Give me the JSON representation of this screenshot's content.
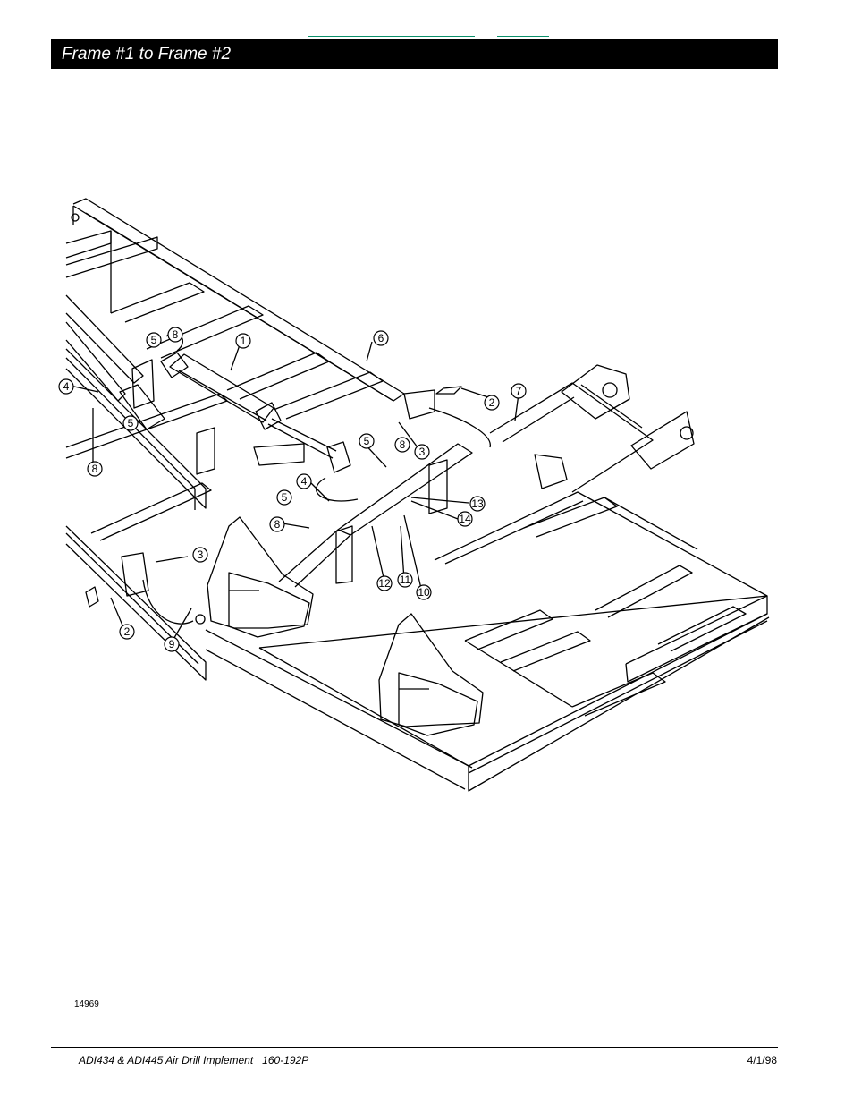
{
  "nav_links": [
    {
      "label": ""
    },
    {
      "label": ""
    }
  ],
  "header": {
    "title": "Frame #1 to Frame #2"
  },
  "drawing": {
    "figure_number": "14969",
    "callouts": [
      "1",
      "2",
      "2",
      "3",
      "3",
      "4",
      "4",
      "5",
      "5",
      "5",
      "5",
      "6",
      "7",
      "8",
      "8",
      "8",
      "8",
      "9",
      "10",
      "11",
      "12",
      "13",
      "14"
    ]
  },
  "footer": {
    "left": "ADI434 & ADI445 Air Drill Implement   160-192P",
    "right": "4/1/98"
  }
}
